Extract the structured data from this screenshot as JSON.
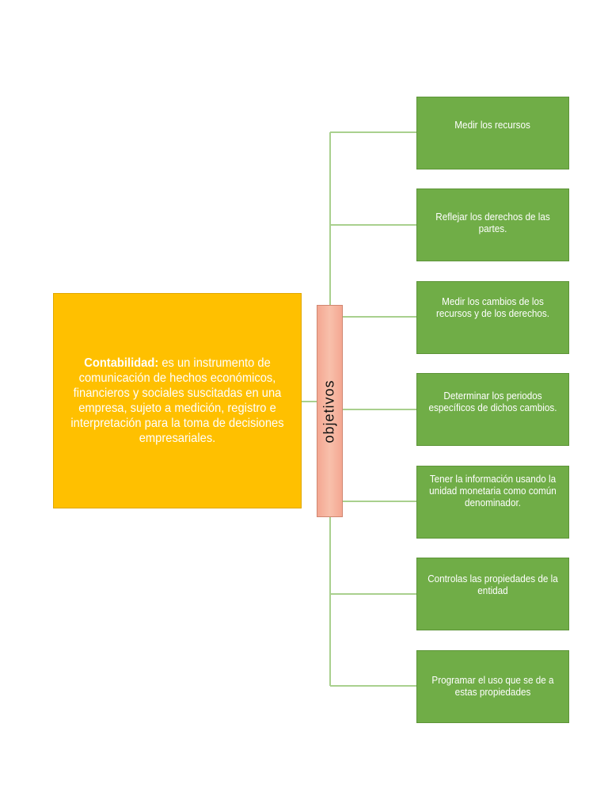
{
  "main": {
    "term": "Contabilidad:",
    "definition": " es un instrumento de comunicación de hechos económicos, financieros y sociales suscitadas en una empresa, sujeto a medición, registro e interpretación  para la toma de decisiones empresariales."
  },
  "hub": {
    "label": "objetivos"
  },
  "items": [
    {
      "label": "Medir los recursos"
    },
    {
      "label": "Reflejar los derechos de las partes."
    },
    {
      "label": "Medir los cambios de los recursos y de los derechos."
    },
    {
      "label": "Determinar los periodos específicos de dichos cambios."
    },
    {
      "label": "Tener la información usando la unidad monetaria como común denominador."
    },
    {
      "label": "Controlas las propiedades de la entidad"
    },
    {
      "label": "Programar el uso que se de a estas propiedades"
    }
  ],
  "colors": {
    "main_fill": "#ffc000",
    "hub_fill": "#f4a792",
    "item_fill": "#70ad47",
    "connector": "#a9d08e"
  }
}
